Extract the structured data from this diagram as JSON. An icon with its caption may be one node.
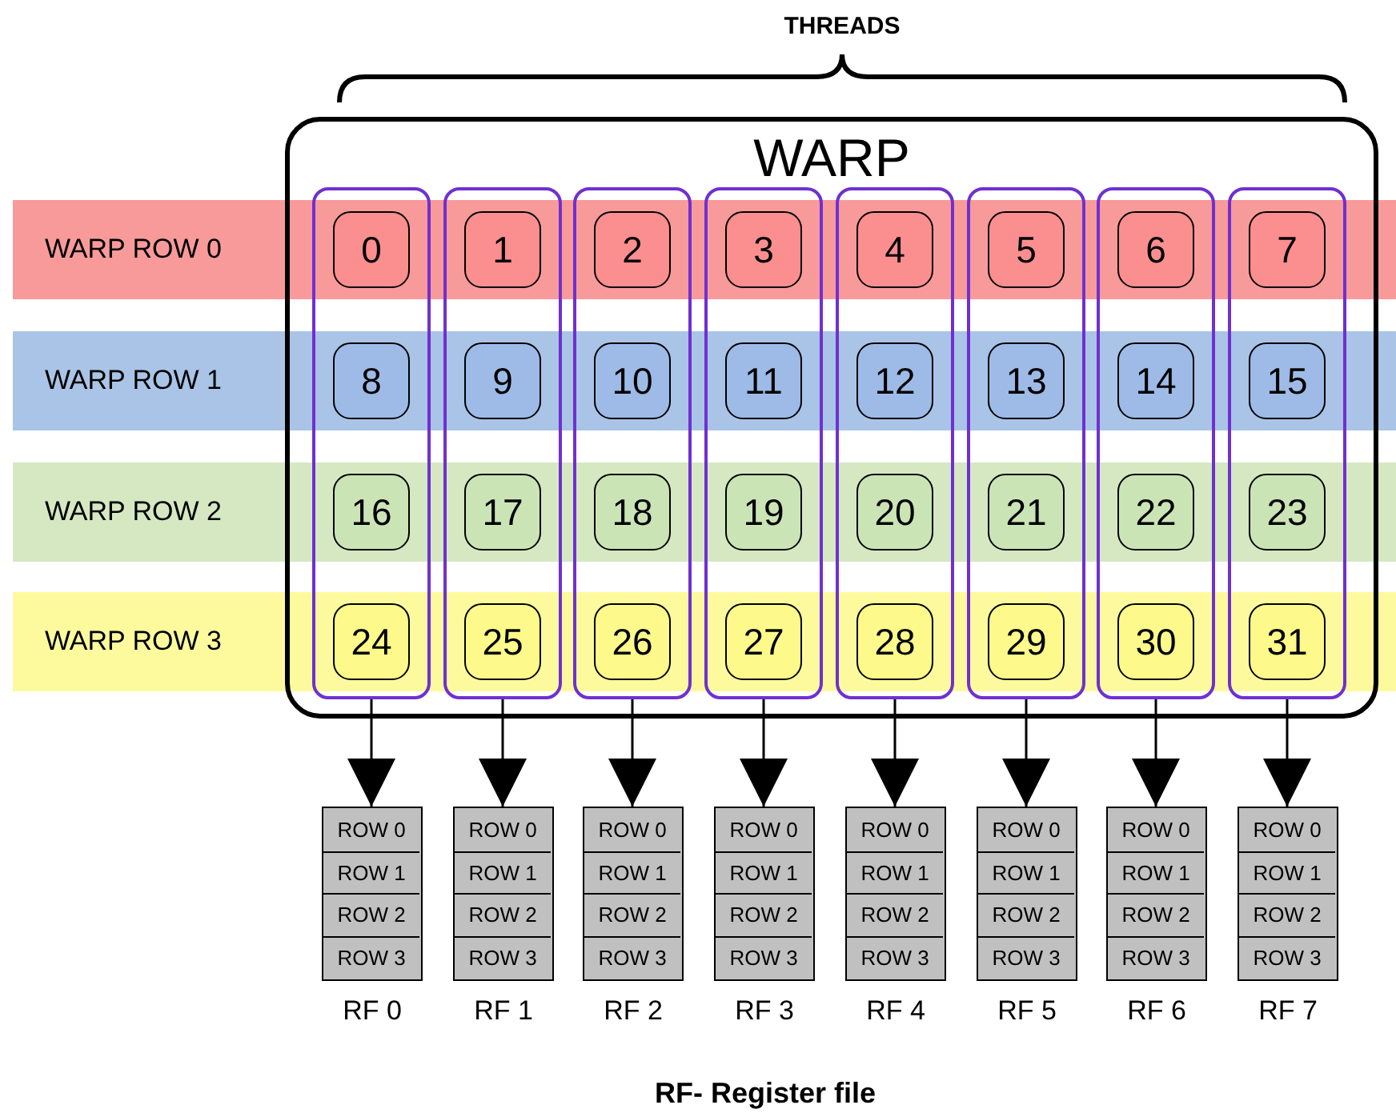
{
  "diagram": {
    "caption": "RF- Register file",
    "nodes": [
      {
        "text": [
          "WARP"
        ]
      },
      {
        "text": [],
        "shape": "box",
        "in": 0
      },
      {
        "text": [],
        "shape": "box",
        "in": 0
      },
      {
        "text": [],
        "shape": "box",
        "in": 0
      },
      {
        "text": [],
        "shape": "box",
        "in": 0
      },
      {
        "text": [],
        "shape": "box",
        "in": 0
      },
      {
        "text": [],
        "shape": "box",
        "in": 0
      },
      {
        "text": [],
        "shape": "box",
        "in": 0
      },
      {
        "text": [],
        "shape": "box",
        "in": 0
      },
      {
        "text": [
          "WARP ROW 0"
        ]
      },
      {
        "text": [
          "WARP ROW 1"
        ]
      },
      {
        "text": [
          "WARP ROW 2"
        ]
      },
      {
        "text": [
          "WARP ROW 3"
        ]
      },
      {
        "text": [
          "0"
        ]
      },
      {
        "text": [
          "1"
        ]
      },
      {
        "text": [
          "2"
        ]
      },
      {
        "text": [
          "3"
        ]
      },
      {
        "text": [
          "4"
        ]
      },
      {
        "text": [
          "5"
        ]
      },
      {
        "text": [
          "6"
        ]
      },
      {
        "text": [
          "7"
        ]
      },
      {
        "text": [
          "8"
        ]
      },
      {
        "text": [
          "9"
        ]
      },
      {
        "text": [
          "10"
        ]
      },
      {
        "text": [
          "11"
        ]
      },
      {
        "text": [
          "12"
        ]
      },
      {
        "text": [
          "13"
        ]
      },
      {
        "text": [
          "14"
        ]
      },
      {
        "text": [
          "15"
        ]
      },
      {
        "text": [
          "16"
        ]
      },
      {
        "text": [
          "17"
        ]
      },
      {
        "text": [
          "18"
        ]
      },
      {
        "text": [
          "19"
        ]
      },
      {
        "text": [
          "20"
        ]
      },
      {
        "text": [
          "21"
        ]
      },
      {
        "text": [
          "22"
        ]
      },
      {
        "text": [
          "23"
        ]
      },
      {
        "text": [
          "24"
        ]
      },
      {
        "text": [
          "25"
        ]
      },
      {
        "text": [
          "26"
        ]
      },
      {
        "text": [
          "27"
        ]
      },
      {
        "text": [
          "28"
        ]
      },
      {
        "text": [
          "29"
        ]
      },
      {
        "text": [
          "30"
        ]
      },
      {
        "text": [
          "31"
        ]
      },
      {
        "text": [
          "RF 0"
        ]
      },
      {
        "text": [
          "ROW 0"
        ],
        "in": 45
      },
      {
        "text": [
          "ROW 1"
        ],
        "in": 45
      },
      {
        "text": [
          "ROW 2"
        ],
        "in": 45
      },
      {
        "text": [
          "ROW 3"
        ],
        "in": 45
      },
      {
        "text": [
          "RF 1"
        ]
      },
      {
        "text": [
          "ROW 0"
        ],
        "in": 50
      },
      {
        "text": [
          "ROW 1"
        ],
        "in": 50
      },
      {
        "text": [
          "ROW 2"
        ],
        "in": 50
      },
      {
        "text": [
          "ROW 3"
        ],
        "in": 50
      },
      {
        "text": [
          "RF 2"
        ]
      },
      {
        "text": [
          "ROW 0"
        ],
        "in": 55
      },
      {
        "text": [
          "ROW 1"
        ],
        "in": 55
      },
      {
        "text": [
          "ROW 2"
        ],
        "in": 55
      },
      {
        "text": [
          "ROW 3"
        ],
        "in": 55
      },
      {
        "text": [
          "RF 3"
        ]
      },
      {
        "text": [
          "ROW 0"
        ],
        "in": 60
      },
      {
        "text": [
          "ROW 1"
        ],
        "in": 60
      },
      {
        "text": [
          "ROW 2"
        ],
        "in": 60
      },
      {
        "text": [
          "ROW 3"
        ],
        "in": 60
      },
      {
        "text": [
          "RF 4"
        ]
      },
      {
        "text": [
          "ROW 0"
        ],
        "in": 65
      },
      {
        "text": [
          "ROW 1"
        ],
        "in": 65
      },
      {
        "text": [
          "ROW 2"
        ],
        "in": 65
      },
      {
        "text": [
          "ROW 3"
        ],
        "in": 65
      },
      {
        "text": [
          "RF 5"
        ]
      },
      {
        "text": [
          "ROW 0"
        ],
        "in": 70
      },
      {
        "text": [
          "ROW 1"
        ],
        "in": 70
      },
      {
        "text": [
          "ROW 2"
        ],
        "in": 70
      },
      {
        "text": [
          "ROW 3"
        ],
        "in": 70
      },
      {
        "text": [
          "RF 6"
        ]
      },
      {
        "text": [
          "ROW 0"
        ],
        "in": 75
      },
      {
        "text": [
          "ROW 1"
        ],
        "in": 75
      },
      {
        "text": [
          "ROW 2"
        ],
        "in": 75
      },
      {
        "text": [
          "ROW 3"
        ],
        "in": 75
      },
      {
        "text": [
          "RF 7"
        ]
      },
      {
        "text": [
          "ROW 0"
        ],
        "in": 80
      },
      {
        "text": [
          "ROW 1"
        ],
        "in": 80
      },
      {
        "text": [
          "ROW 2"
        ],
        "in": 80
      },
      {
        "text": [
          "ROW 3"
        ],
        "in": 80
      }
    ],
    "edges": [
      {
        "from": 1,
        "to": 45,
        "arrow": "to"
      },
      {
        "from": 2,
        "to": 50,
        "arrow": "to"
      },
      {
        "from": 3,
        "to": 55,
        "arrow": "to"
      },
      {
        "from": 4,
        "to": 60,
        "arrow": "to"
      },
      {
        "from": 5,
        "to": 65,
        "arrow": "to"
      },
      {
        "from": 6,
        "to": 70,
        "arrow": "to"
      },
      {
        "from": 7,
        "to": 75,
        "arrow": "to"
      },
      {
        "from": 8,
        "to": 80,
        "arrow": "to"
      }
    ],
    "labels": [
      "THREADS"
    ]
  }
}
